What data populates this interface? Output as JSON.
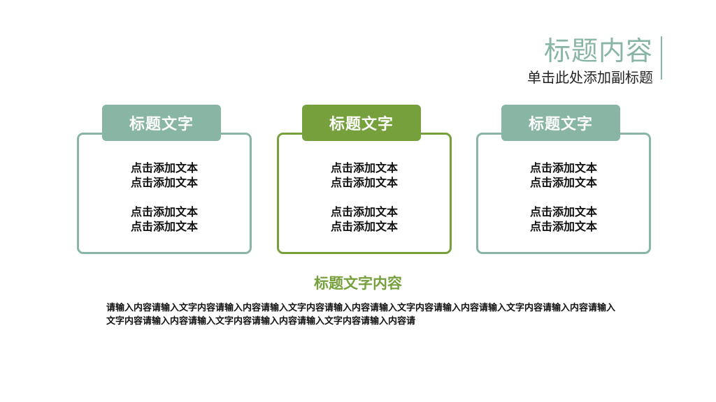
{
  "header": {
    "title": "标题内容",
    "subtitle": "单击此处添加副标题"
  },
  "cards": [
    {
      "tab": "标题文字",
      "lines": [
        "点击添加文本",
        "点击添加文本",
        "点击添加文本",
        "点击添加文本"
      ]
    },
    {
      "tab": "标题文字",
      "lines": [
        "点击添加文本",
        "点击添加文本",
        "点击添加文本",
        "点击添加文本"
      ]
    },
    {
      "tab": "标题文字",
      "lines": [
        "点击添加文本",
        "点击添加文本",
        "点击添加文本",
        "点击添加文本"
      ]
    }
  ],
  "section": {
    "heading": "标题文字内容",
    "body": "请输入内容请输入文字内容请输入内容请输入文字内容请输入内容请输入文字内容请输入内容请输入文字内容请输入内容请输入文字内容请输入内容请输入文字内容请输入内容请输入文字内容请输入内容请"
  },
  "colors": {
    "teal": "#88b5a4",
    "green": "#76a03c",
    "text": "#111111"
  }
}
